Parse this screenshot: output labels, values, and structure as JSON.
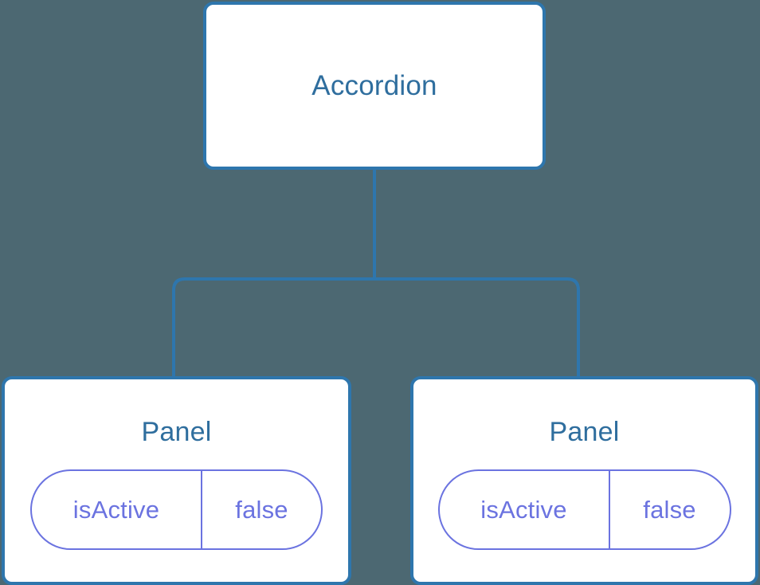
{
  "diagram": {
    "type": "component-tree",
    "background_color": "#4c6872",
    "node_border_color": "#2e76ad",
    "node_fill_color": "#ffffff",
    "node_title_color": "#2f6e9e",
    "state_pill_color": "#6b73e0",
    "connector_color": "#2e76ad",
    "root": {
      "title": "Accordion"
    },
    "children": [
      {
        "title": "Panel",
        "state": {
          "key": "isActive",
          "value": "false"
        }
      },
      {
        "title": "Panel",
        "state": {
          "key": "isActive",
          "value": "false"
        }
      }
    ]
  }
}
